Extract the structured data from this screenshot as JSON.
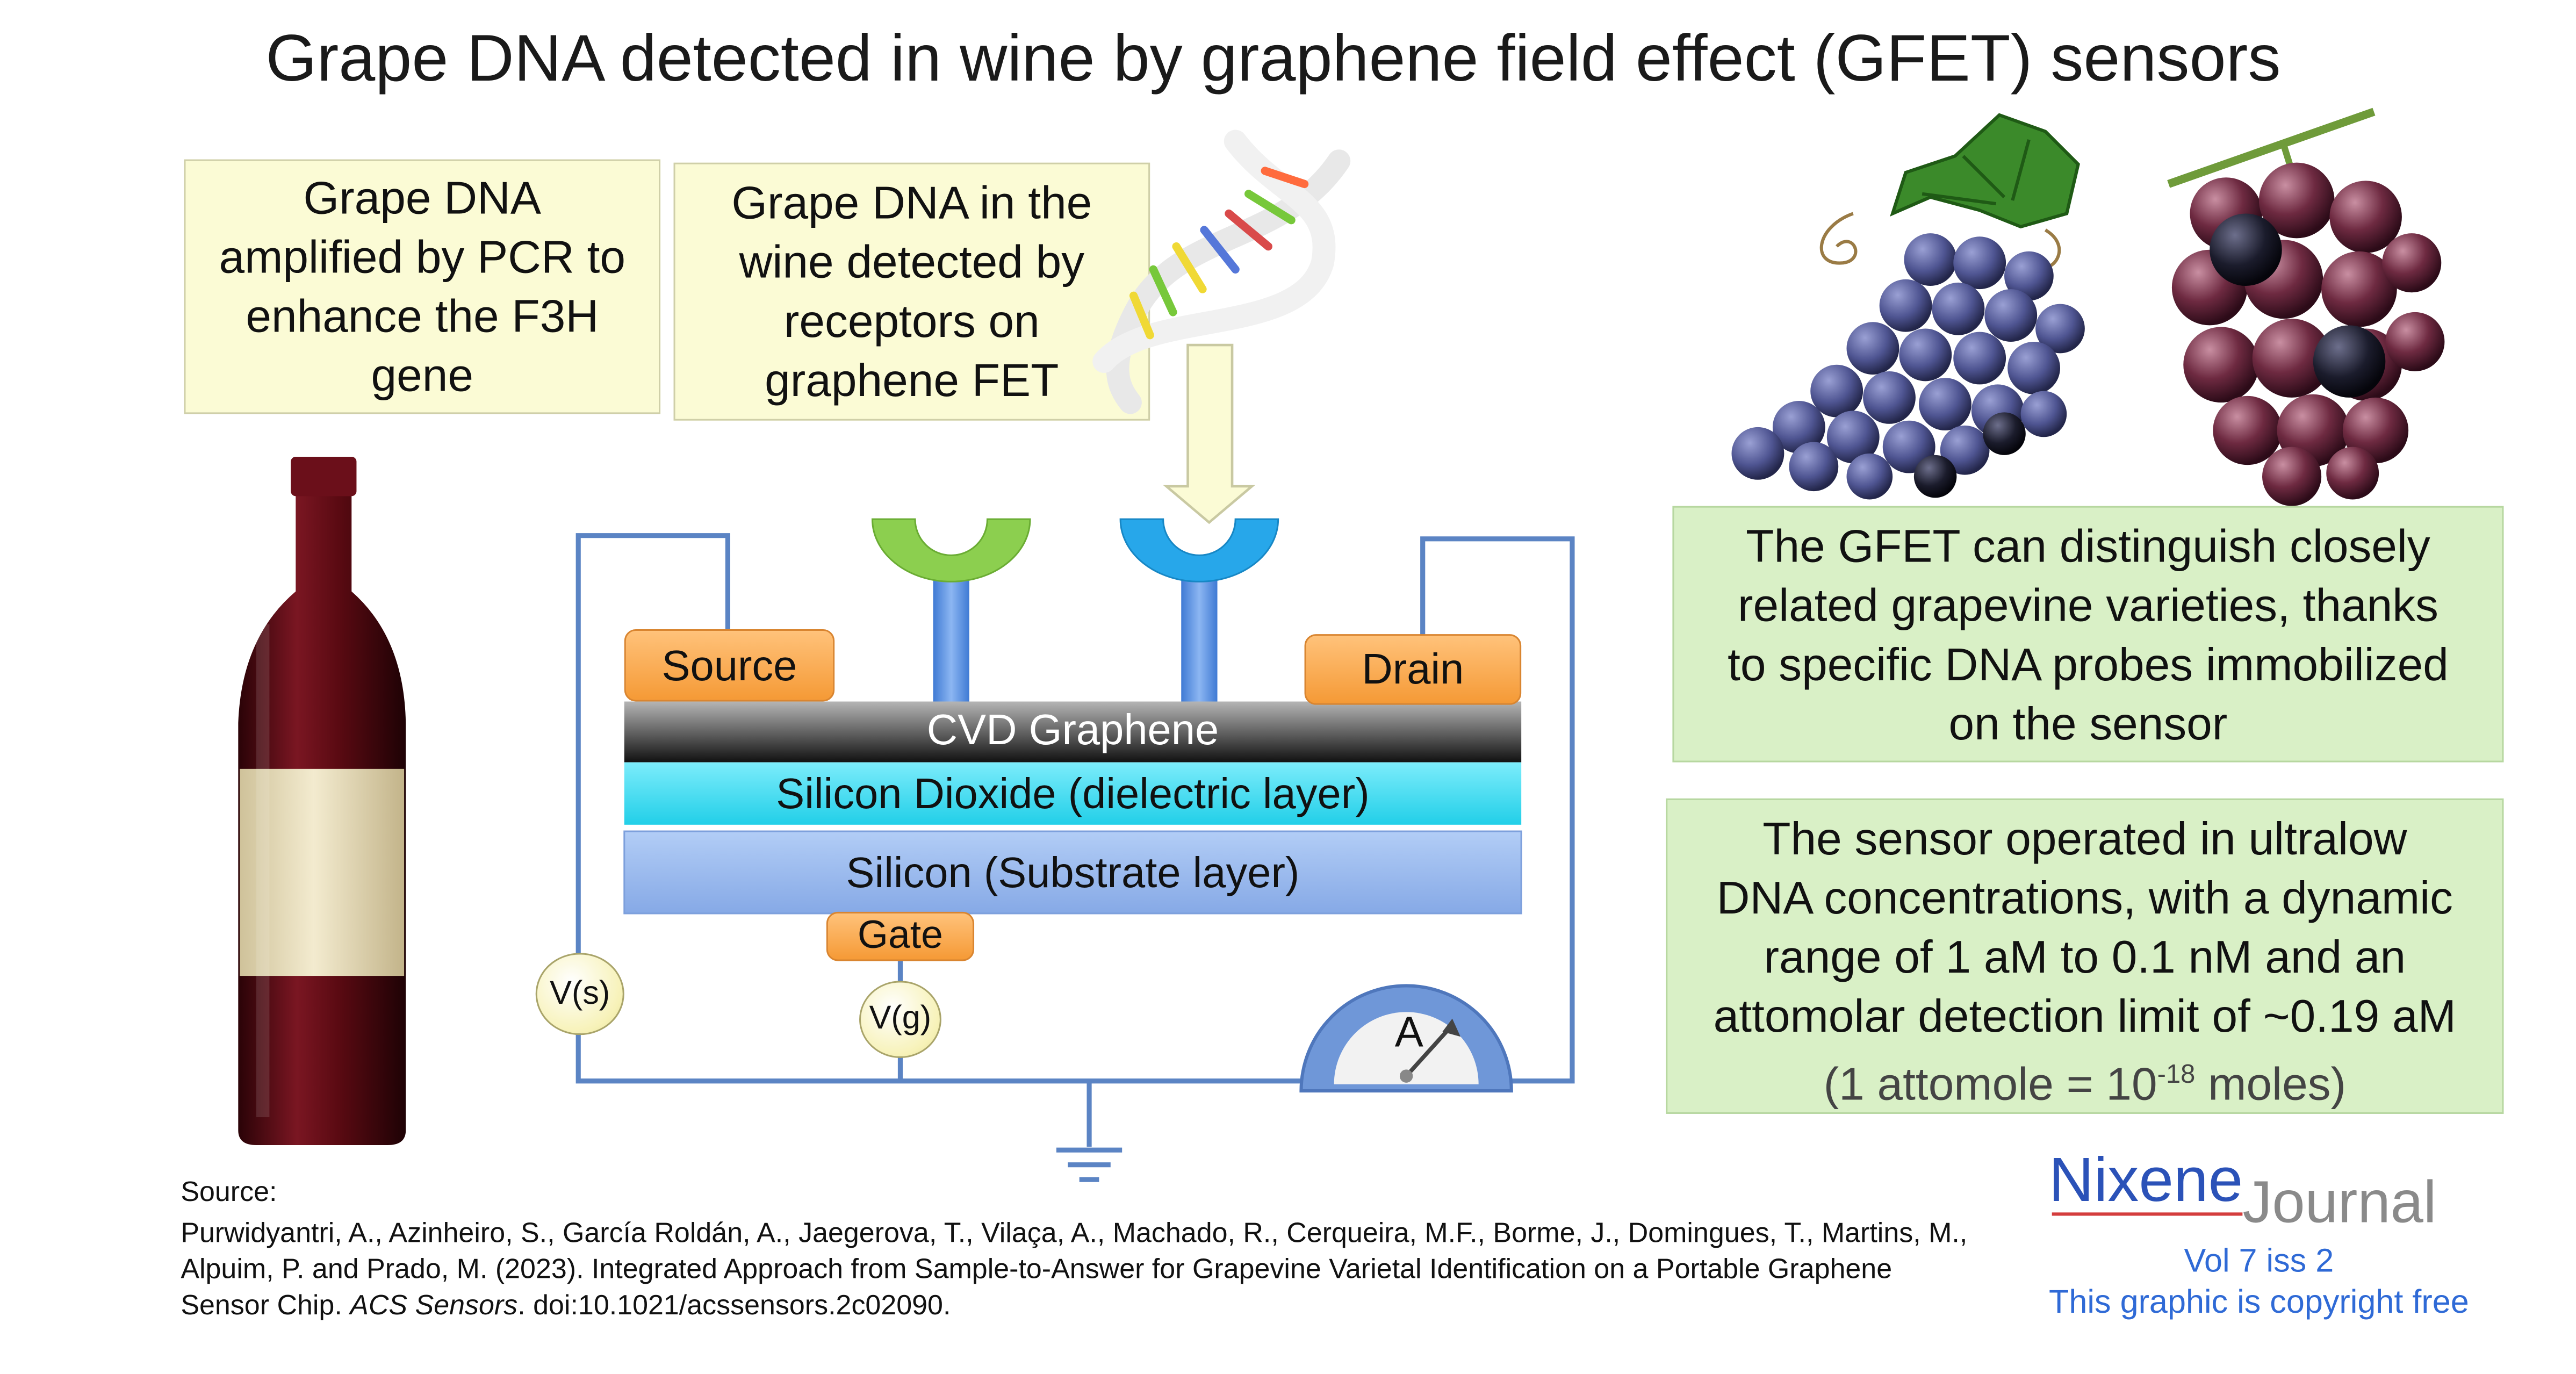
{
  "title": "Grape DNA detected in wine by graphene field effect (GFET) sensors",
  "boxes": {
    "pcr": [
      "Grape DNA",
      "amplified by PCR to",
      "enhance the F3H",
      "gene"
    ],
    "detect": [
      "Grape DNA  in the",
      "wine detected by",
      "receptors on",
      "graphene FET"
    ],
    "distinguish": [
      "The GFET can distinguish closely",
      "related grapevine varieties, thanks",
      "to specific DNA probes immobilized",
      "on the sensor"
    ],
    "sensor": {
      "lines": [
        "The sensor operated in ultralow",
        "DNA concentrations, with a dynamic",
        "range of 1 aM to 0.1 nM and an",
        "attomolar detection limit of ~0.19 aM"
      ],
      "note_prefix": "(1 attomole = 10",
      "note_exp": "-18",
      "note_suffix": " moles)"
    }
  },
  "device": {
    "source": "Source",
    "drain": "Drain",
    "graphene": "CVD Graphene",
    "dioxide": "Silicon Dioxide (dielectric layer)",
    "silicon": "Silicon (Substrate layer)",
    "gate": "Gate",
    "vs": "V(s)",
    "vg": "V(g)",
    "ammeter": "A"
  },
  "citation": {
    "heading": "Source:",
    "authors": "Purwidyantri, A., Azinheiro, S., García Roldán, A., Jaegerova, T., Vilaça, A., Machado, R., Cerqueira, M.F., Borme, J., Domingues, T., Martins, M., Alpuim, P. and Prado, M. (2023). Integrated Approach from Sample-to-Answer for Grapevine Varietal Identification on a Portable Graphene Sensor Chip. ",
    "journal": "ACS Sensors",
    "doi": ". doi:10.1021/acssensors.2c02090."
  },
  "logo": {
    "brand": "Nixene",
    "suffix": "Journal"
  },
  "footer": {
    "volume": "Vol 7 iss 2",
    "copyright": "This graphic is copyright free"
  },
  "colors": {
    "note_box": "#fbfbd5",
    "fact_box": "#d9f0c6",
    "wire": "#5b84c4",
    "electrode": "#f59a36",
    "dioxide": "#3fd9ef",
    "silicon": "#98b8ef",
    "wine": "#5a0a12",
    "brand": "#2b52b8"
  }
}
